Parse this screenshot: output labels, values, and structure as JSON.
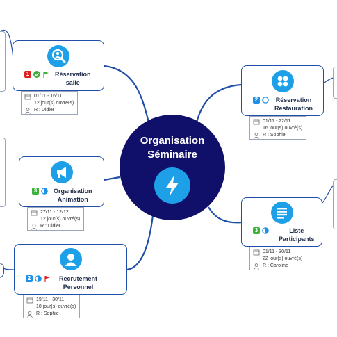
{
  "central": {
    "title": "Organisation Séminaire",
    "icon": "lightning-icon"
  },
  "branches": [
    {
      "id": "reservation-salle",
      "title_lines": [
        "Réservation",
        "salle"
      ],
      "priority": "1",
      "priority_color": "#e02020",
      "status": "complete-check",
      "flag": "green-flag",
      "icon": "search-person-icon",
      "dates": "01/11 - 16/11",
      "duration": "12 jour(s) ouvré(s)",
      "resource": "R : Didier"
    },
    {
      "id": "reservation-restauration",
      "title_lines": [
        "Réservation",
        "Restauration"
      ],
      "priority": "2",
      "priority_color": "#1e90e8",
      "status": "not-started",
      "flag": "",
      "icon": "grid-apps-icon",
      "dates": "01/11 - 22/11",
      "duration": "16 jour(s) ouvré(s)",
      "resource": "R : Sophie"
    },
    {
      "id": "organisation-animation",
      "title_lines": [
        "Organisation",
        "Animation"
      ],
      "priority": "3",
      "priority_color": "#3bb03b",
      "status": "half-progress",
      "flag": "",
      "icon": "megaphone-icon",
      "dates": "27/11 - 12/12",
      "duration": "12 jour(s) ouvré(s)",
      "resource": "R : Didier"
    },
    {
      "id": "liste-participants",
      "title_lines": [
        "Liste",
        "Participants"
      ],
      "priority": "3",
      "priority_color": "#3bb03b",
      "status": "half-progress",
      "flag": "",
      "icon": "list-document-icon",
      "dates": "01/11 - 30/11",
      "duration": "22 jour(s) ouvré(s)",
      "resource": "R : Caroline"
    },
    {
      "id": "recrutement-personnel",
      "title_lines": [
        "Recrutement",
        "Personnel"
      ],
      "priority": "2",
      "priority_color": "#1e90e8",
      "status": "half-progress",
      "flag": "red-flag",
      "icon": "person-icon",
      "dates": "19/11 - 30/11",
      "duration": "10 jour(s) ouvré(s)",
      "resource": "R : Sophie"
    }
  ],
  "colors": {
    "central_bg": "#10106b",
    "connector": "#1f4fa8",
    "icon_bg": "#1ea0e8"
  }
}
